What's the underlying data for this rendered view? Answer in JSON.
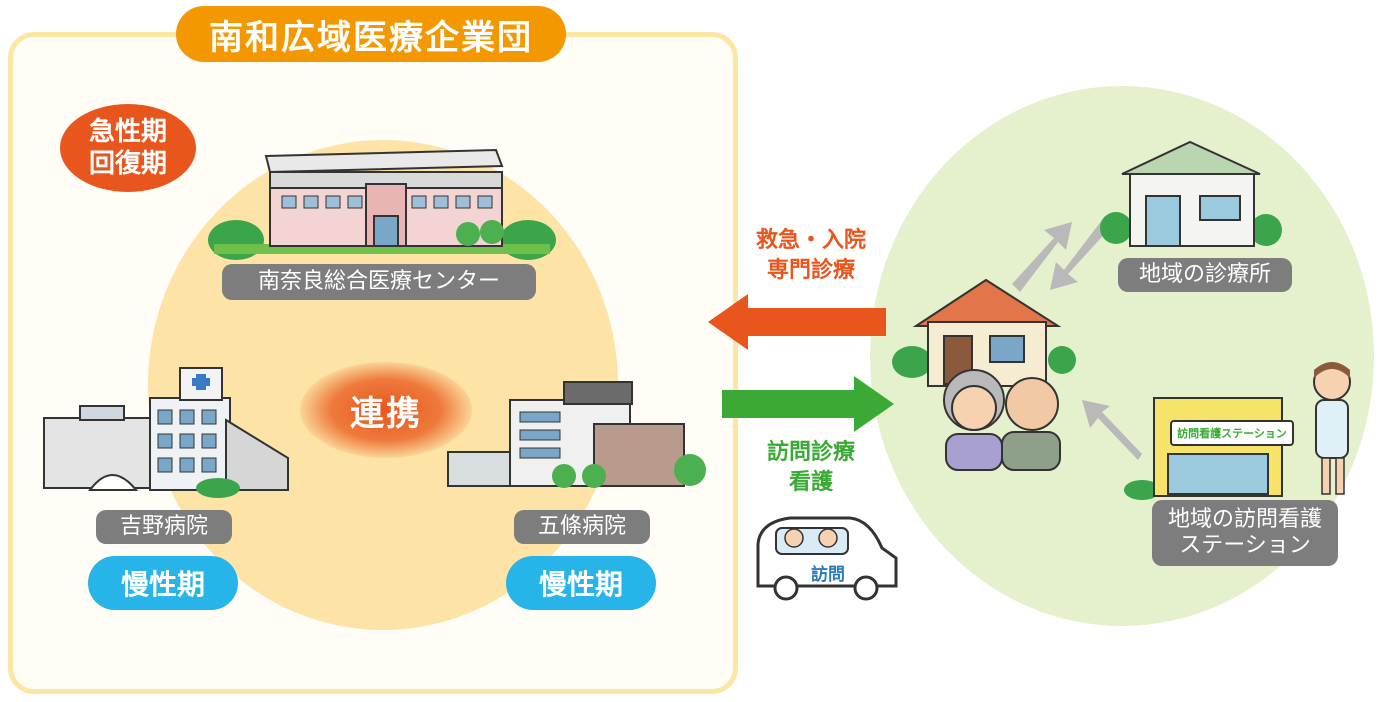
{
  "title": "南和広域医療企業団",
  "phases": {
    "acute_line1": "急性期",
    "acute_line2": "回復期",
    "chronic_left": "慢性期",
    "chronic_right": "慢性期"
  },
  "center_label": "連携",
  "hospitals": {
    "main": "南奈良総合医療センター",
    "yoshino": "吉野病院",
    "gojo": "五條病院"
  },
  "arrows": {
    "to_left_line1": "救急・入院",
    "to_left_line2": "専門診療",
    "to_right_line1": "訪問診療",
    "to_right_line2": "看護"
  },
  "car_text": "訪問",
  "community": {
    "clinic": "地域の診療所",
    "nursing_line1": "地域の訪問看護",
    "nursing_line2": "ステーション",
    "nursing_sign": "訪問看護ステーション"
  },
  "colors": {
    "title_orange": "#f39800",
    "acute_red": "#e8551d",
    "chronic_blue": "#27b4e8",
    "arrow_orange": "#e8551d",
    "arrow_green": "#3aaa35",
    "circle_yellow": "#fde3a6",
    "circle_green": "#e5f0cc",
    "label_gray": "#7d7d7d"
  },
  "icons": [
    "hospital-building-icon",
    "house-icon",
    "clinic-icon",
    "nursing-station-icon",
    "visit-car-icon",
    "elderly-couple-icon",
    "nurse-icon"
  ]
}
